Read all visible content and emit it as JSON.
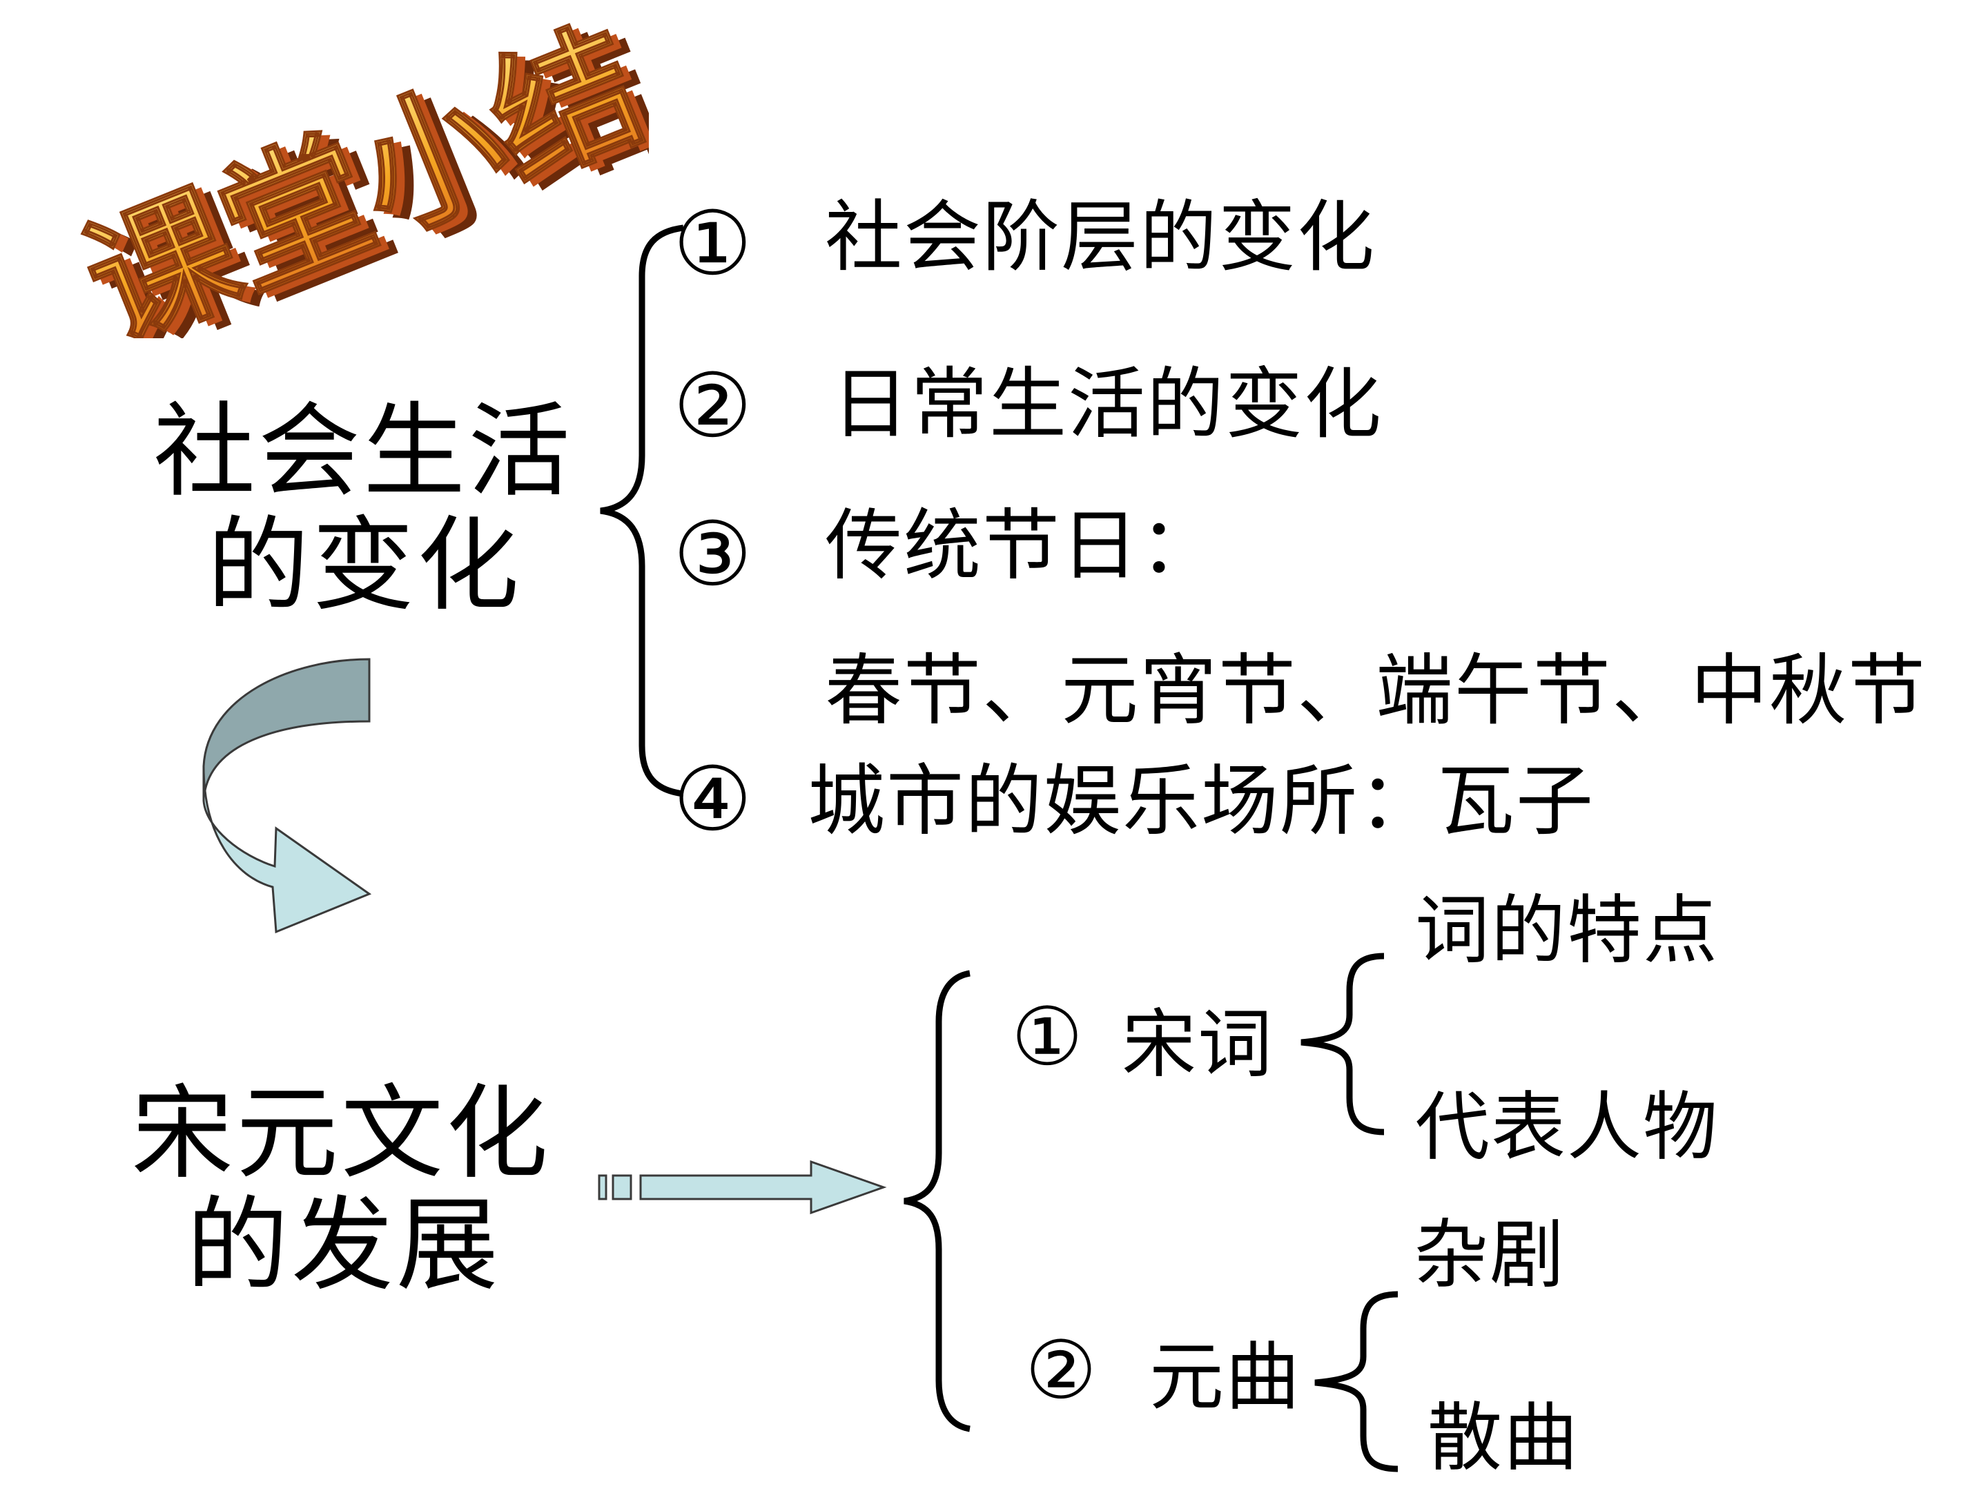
{
  "title": "课堂小结",
  "colors": {
    "title_fill": "#F5A623",
    "title_side": "#C0501A",
    "title_shadow": "#6B2A0A",
    "arrow_dark": "#8FA8AC",
    "arrow_light": "#C3E3E6",
    "arrow_stroke": "#3A3A3A"
  },
  "section1": {
    "heading_line1": "社会生活",
    "heading_line2": "的变化",
    "items": [
      {
        "num": "①",
        "text": "社会阶层的变化"
      },
      {
        "num": "②",
        "text": "日常生活的变化"
      },
      {
        "num": "③",
        "text": "传统节日："
      },
      {
        "num": "",
        "text": "春节、元宵节、端午节、中秋节"
      },
      {
        "num": "④",
        "text": "城市的娱乐场所：瓦子"
      }
    ]
  },
  "section2": {
    "heading_line1": "宋元文化",
    "heading_line2": "的发展",
    "branches": [
      {
        "num": "①",
        "label": "宋词",
        "leaves": [
          "词的特点",
          "代表人物"
        ]
      },
      {
        "num": "②",
        "label": "元曲",
        "leaves": [
          "杂剧",
          "散曲"
        ]
      }
    ]
  }
}
